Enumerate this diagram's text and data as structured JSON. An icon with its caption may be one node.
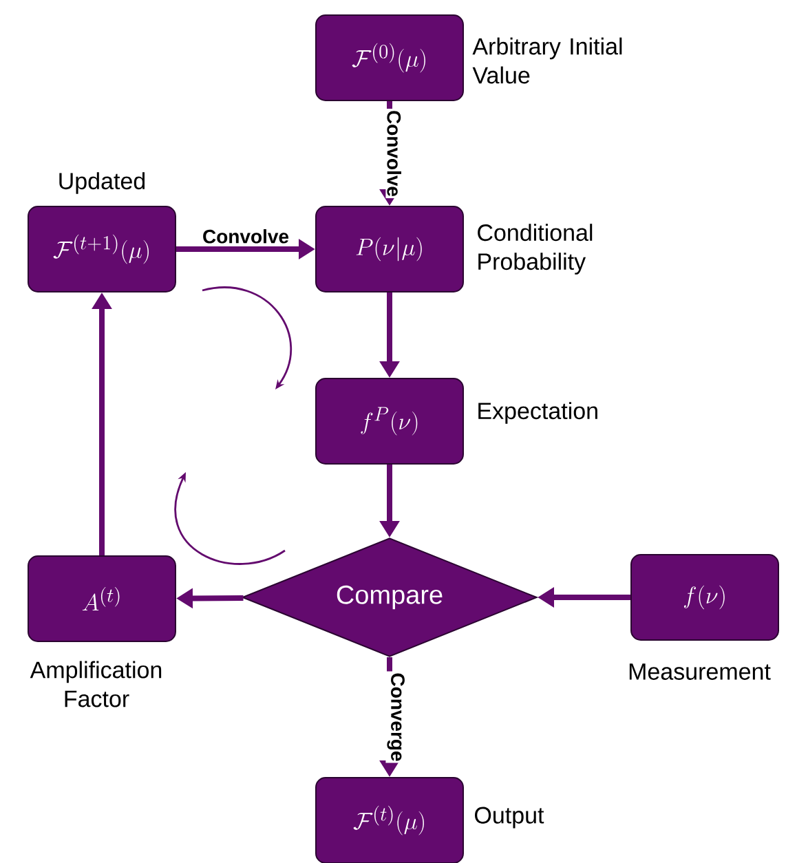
{
  "diagram": {
    "nodes": [
      {
        "text": [
          "\\mathcal{F}^{(0)}(\\mu)"
        ],
        "beside": [
          "Arbitrary Initial Value"
        ]
      },
      {
        "text": [
          "\\mathcal{F}^{(t+1)}(\\mu)"
        ],
        "beside": [
          "Updated"
        ]
      },
      {
        "text": [
          "P(\\nu|\\mu)"
        ],
        "beside": [
          "Conditional Probability"
        ]
      },
      {
        "text": [
          "f^{P}(\\nu)"
        ],
        "beside": [
          "Expectation"
        ]
      },
      {
        "text": [
          "A^{(t)}"
        ],
        "beside": [
          "Amplification Factor"
        ]
      },
      {
        "text": [
          "Compare"
        ]
      },
      {
        "text": [
          "f(\\nu)"
        ],
        "beside": [
          "Measurement"
        ]
      },
      {
        "text": [
          "\\mathcal{F}^{(t)}(\\mu)"
        ],
        "beside": [
          "Output"
        ]
      }
    ],
    "edges": [
      {
        "from": 0,
        "to": 2,
        "arrow": "to",
        "label": "Convolve"
      },
      {
        "from": 1,
        "to": 2,
        "arrow": "to",
        "label": "Convolve"
      },
      {
        "from": 2,
        "to": 3,
        "arrow": "to"
      },
      {
        "from": 3,
        "to": 5,
        "arrow": "to"
      },
      {
        "from": 5,
        "to": 4,
        "arrow": "to"
      },
      {
        "from": 6,
        "to": 5,
        "arrow": "to"
      },
      {
        "from": 4,
        "to": 1,
        "arrow": "to"
      },
      {
        "from": 5,
        "to": 7,
        "arrow": "to",
        "label": "Converge"
      }
    ]
  }
}
